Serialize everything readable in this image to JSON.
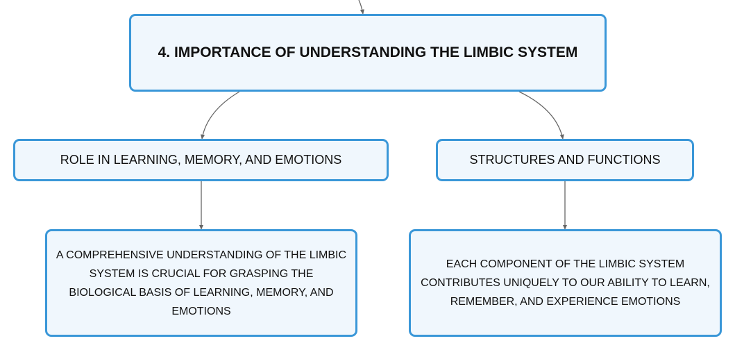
{
  "diagram": {
    "root": {
      "label": "4. IMPORTANCE OF UNDERSTANDING THE LIMBIC SYSTEM"
    },
    "branches": [
      {
        "label": "ROLE IN LEARNING, MEMORY, AND EMOTIONS",
        "child": "A COMPREHENSIVE UNDERSTANDING OF THE LIMBIC SYSTEM IS CRUCIAL FOR GRASPING THE BIOLOGICAL BASIS OF LEARNING, MEMORY, AND EMOTIONS"
      },
      {
        "label": "STRUCTURES AND FUNCTIONS",
        "child": "EACH COMPONENT OF THE LIMBIC SYSTEM CONTRIBUTES UNIQUELY TO OUR ABILITY TO LEARN, REMEMBER, AND EXPERIENCE EMOTIONS"
      }
    ]
  },
  "colors": {
    "node_border": "#3a97d8",
    "node_fill": "#f0f7fd",
    "connector": "#666666",
    "text": "#111111"
  }
}
